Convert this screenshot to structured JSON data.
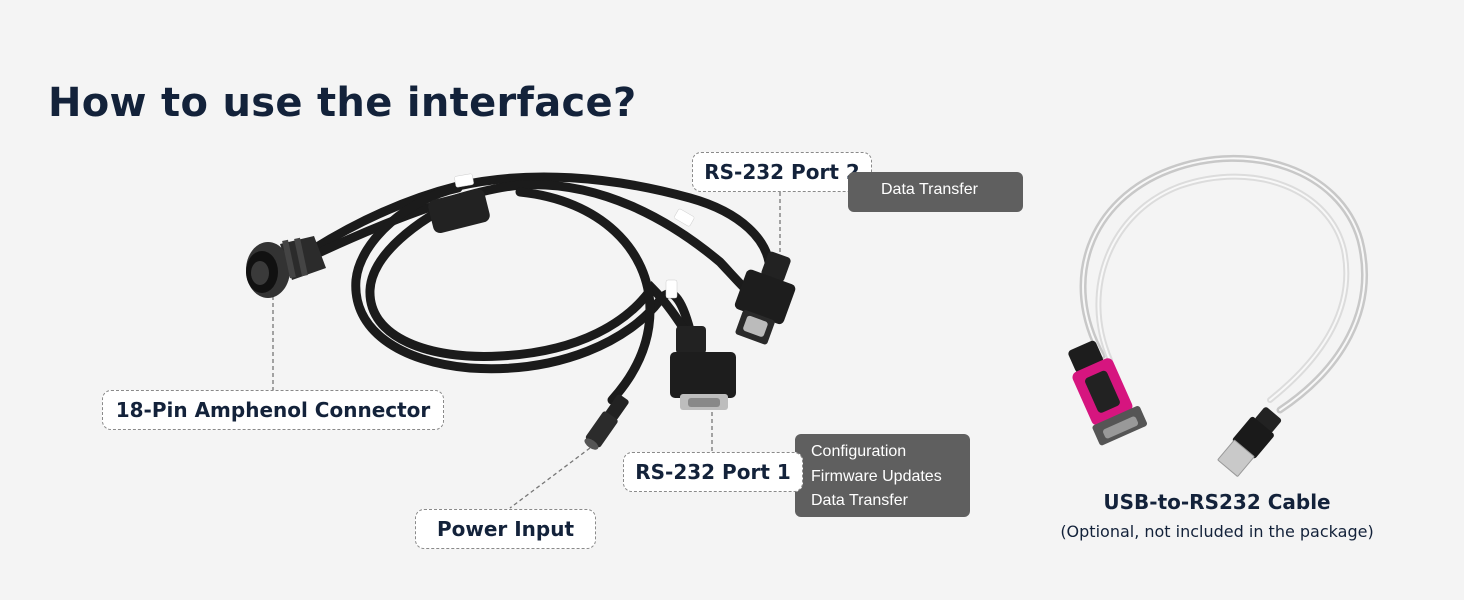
{
  "title": "How to use the interface?",
  "callouts": {
    "amphenol": "18-Pin Amphenol Connector",
    "port2": "RS-232 Port 2",
    "port1": "RS-232 Port 1",
    "power": "Power Input"
  },
  "port2_tags": [
    "Data Transfer"
  ],
  "port1_tags": [
    "Configuration",
    "Firmware Updates",
    "Data Transfer"
  ],
  "usb_cable": {
    "title": "USB-to-RS232 Cable",
    "subtitle": "(Optional, not included in the package)"
  },
  "colors": {
    "heading": "#13223a",
    "tag_bg": "#5f5f5f",
    "cable": "#1b1b1b",
    "usb_pink": "#d6157f",
    "background": "#f4f4f4"
  }
}
